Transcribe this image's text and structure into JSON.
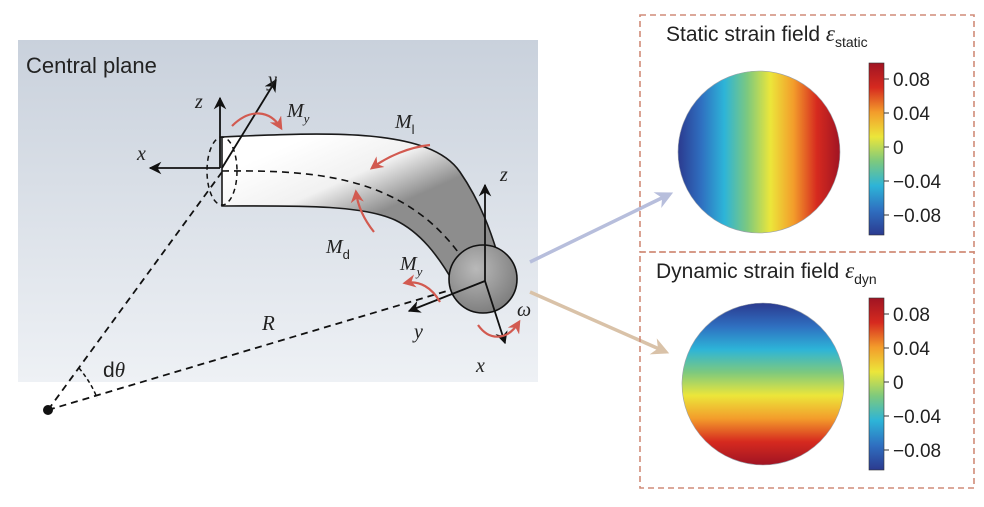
{
  "plane": {
    "title": "Central plane"
  },
  "labels": {
    "my_top": "M",
    "my_top_sub": "y",
    "ml": "M",
    "ml_sub": "l",
    "md": "M",
    "md_sub": "d",
    "my_end": "M",
    "my_end_sub": "y",
    "omega": "ω",
    "radius": "R",
    "dtheta_d": "d",
    "dtheta_theta": "θ"
  },
  "axes": {
    "start": {
      "x": "x",
      "y": "y",
      "z": "z"
    },
    "end": {
      "x": "x",
      "y": "y",
      "z": "z"
    }
  },
  "panels": [
    {
      "title": "Static strain field ",
      "symbol": "ε",
      "sub": "static",
      "ticks": [
        "0.08",
        "0.04",
        "0",
        "−0.04",
        "−0.08"
      ],
      "gradient": "horizontal"
    },
    {
      "title": "Dynamic strain field ",
      "symbol": "ε",
      "sub": "dyn",
      "ticks": [
        "0.08",
        "0.04",
        "0",
        "−0.04",
        "−0.08"
      ],
      "gradient": "vertical"
    }
  ],
  "colors": {
    "plane_top": "#c9d1dc",
    "plane_bottom": "#eef1f5",
    "moment_arrow": "#d25a50",
    "frame": "#d08c78",
    "arrow_static": "#b7bedc",
    "arrow_dynamic": "#d9c2a8",
    "jet": [
      "#2b3a8f",
      "#2f6fc0",
      "#2db4d8",
      "#7dc97e",
      "#ece63a",
      "#f39c2b",
      "#d62a1f",
      "#a01423"
    ]
  }
}
